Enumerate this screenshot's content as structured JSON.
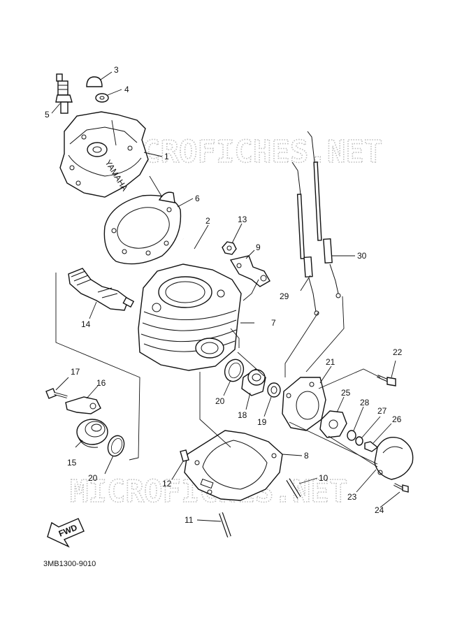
{
  "watermark": {
    "text_top": "MICROFICHES.NET",
    "text_bottom": "MICROFICHES.NET"
  },
  "diagram": {
    "code": "3MB1300-9010",
    "fwd_label": "FWD",
    "head_stamp": "YAMAHA",
    "callouts": [
      "1",
      "2",
      "3",
      "4",
      "5",
      "6",
      "7",
      "8",
      "9",
      "10",
      "11",
      "12",
      "13",
      "14",
      "15",
      "16",
      "17",
      "18",
      "19",
      "20",
      "20",
      "21",
      "22",
      "23",
      "24",
      "25",
      "26",
      "27",
      "28",
      "29",
      "30"
    ]
  }
}
